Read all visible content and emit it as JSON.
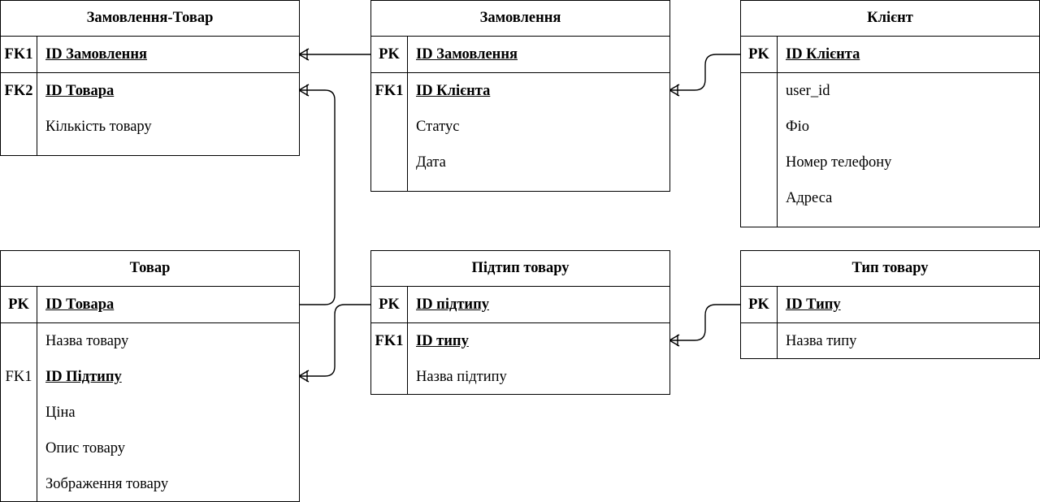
{
  "entities": {
    "order_item": {
      "title": "Замовлення-Товар",
      "rows": [
        {
          "key": "FK1",
          "name": "ID Замовлення"
        },
        {
          "key": "FK2",
          "name": "ID Товара"
        },
        {
          "key": "",
          "name": "Кількість товару"
        }
      ]
    },
    "order": {
      "title": "Замовлення",
      "rows": [
        {
          "key": "PK",
          "name": "ID Замовлення"
        },
        {
          "key": "FK1",
          "name": "ID Клієнта"
        },
        {
          "key": "",
          "name": "Статус"
        },
        {
          "key": "",
          "name": "Дата"
        }
      ]
    },
    "client": {
      "title": "Клієнт",
      "rows": [
        {
          "key": "PK",
          "name": "ID Клієнта"
        },
        {
          "key": "",
          "name": "user_id"
        },
        {
          "key": "",
          "name": "Фіо"
        },
        {
          "key": "",
          "name": "Номер телефону"
        },
        {
          "key": "",
          "name": "Адреса"
        }
      ]
    },
    "product": {
      "title": "Товар",
      "rows": [
        {
          "key": "PK",
          "name": "ID Товара"
        },
        {
          "key": "",
          "name": "Назва товару"
        },
        {
          "key": "FK1",
          "name": "ID Підтипу"
        },
        {
          "key": "",
          "name": "Ціна"
        },
        {
          "key": "",
          "name": "Опис товару"
        },
        {
          "key": "",
          "name": "Зображення товару"
        }
      ]
    },
    "subtype": {
      "title": "Підтип товару",
      "rows": [
        {
          "key": "PK",
          "name": "ID підтипу"
        },
        {
          "key": "FK1",
          "name": "ID типу"
        },
        {
          "key": "",
          "name": "Назва підтипу"
        }
      ]
    },
    "type": {
      "title": "Тип товару",
      "rows": [
        {
          "key": "PK",
          "name": "ID Типу"
        },
        {
          "key": "",
          "name": "Назва типу"
        }
      ]
    }
  }
}
